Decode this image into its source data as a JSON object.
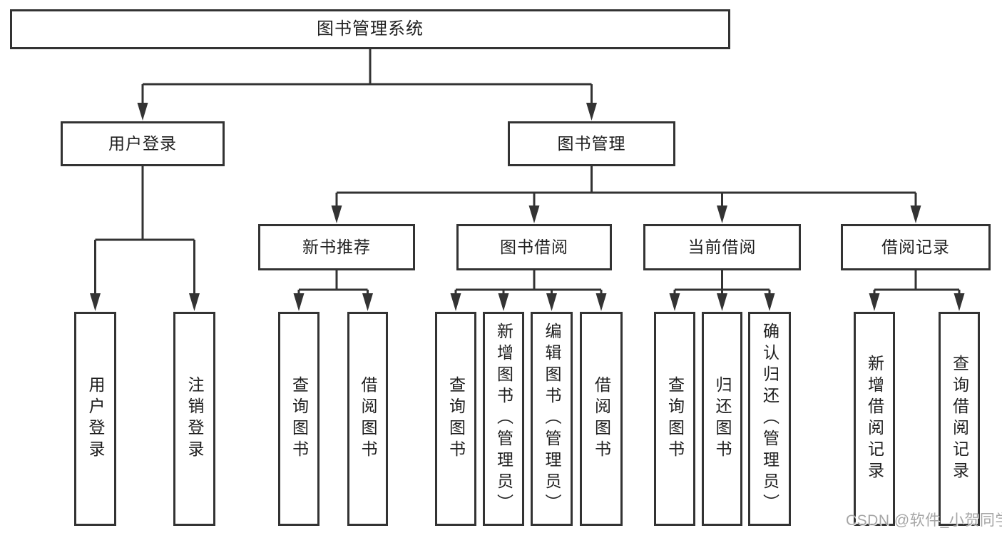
{
  "tree": {
    "root": "图书管理系统",
    "level2": {
      "login": "用户登录",
      "manage": "图书管理"
    },
    "level3": {
      "recommend": "新书推荐",
      "borrow": "图书借阅",
      "current": "当前借阅",
      "records": "借阅记录"
    },
    "leaves": {
      "login_user": "用户登录",
      "login_logout": "注销登录",
      "rec_query": "查询图书",
      "rec_borrow": "借阅图书",
      "bor_query": "查询图书",
      "bor_add": "新增图书（管理员）",
      "bor_edit": "编辑图书（管理员）",
      "bor_borrow": "借阅图书",
      "cur_query": "查询图书",
      "cur_return": "归还图书",
      "cur_confirm": "确认归还（管理员）",
      "rec2_add": "新增借阅记录",
      "rec2_query": "查询借阅记录"
    }
  },
  "watermark": "CSDN @软件_小贺同学",
  "colors": {
    "line": "#333333",
    "box_border": "#333333",
    "box_fill": "#ffffff",
    "text": "#1f1f1f",
    "watermark": "#a6a6a6"
  }
}
